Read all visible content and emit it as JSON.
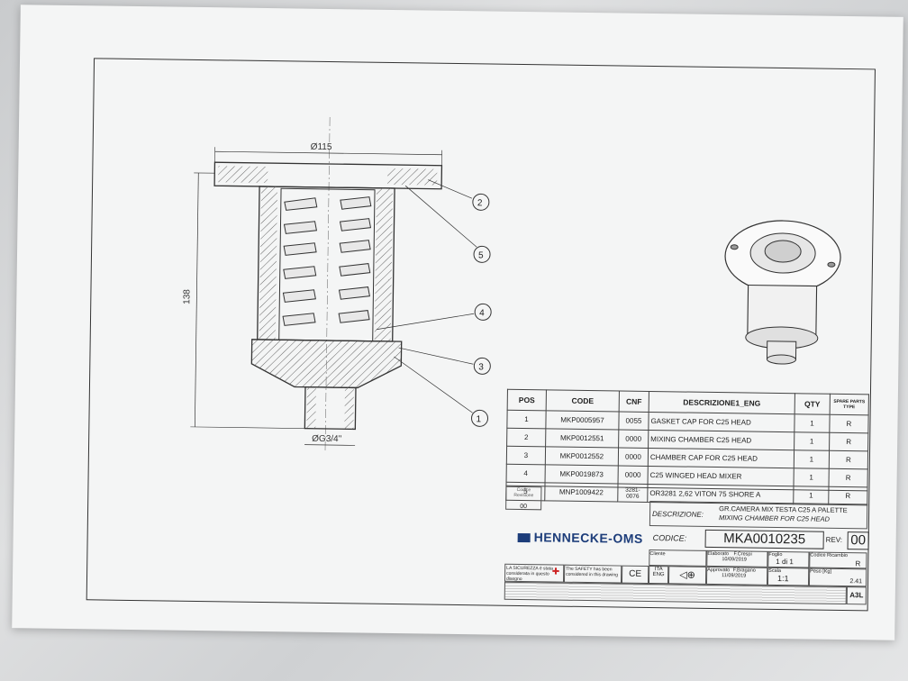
{
  "drawing": {
    "dim_diameter_top": "Ø115",
    "dim_height": "138",
    "dim_thread": "ØG3/4\"",
    "balloons": [
      "2",
      "5",
      "4",
      "3",
      "1"
    ]
  },
  "bom": {
    "headers": {
      "pos": "POS",
      "code": "CODE",
      "cnf": "CNF",
      "desc": "DESCRIZIONE1_ENG",
      "qty": "QTY",
      "spare": "SPARE PARTS TYPE"
    },
    "rows": [
      {
        "pos": "1",
        "code": "MKP0005957",
        "cnf": "0055",
        "desc": "GASKET CAP FOR C25 HEAD",
        "qty": "1",
        "spare": "R"
      },
      {
        "pos": "2",
        "code": "MKP0012551",
        "cnf": "0000",
        "desc": "MIXING CHAMBER C25 HEAD",
        "qty": "1",
        "spare": "R"
      },
      {
        "pos": "3",
        "code": "MKP0012552",
        "cnf": "0000",
        "desc": "CHAMBER CAP FOR C25 HEAD",
        "qty": "1",
        "spare": "R"
      },
      {
        "pos": "4",
        "code": "MKP0019873",
        "cnf": "0000",
        "desc": "C25 WINGED HEAD MIXER",
        "qty": "1",
        "spare": "R"
      },
      {
        "pos": "5",
        "code": "MNP1009422",
        "cnf": "3281-0076",
        "desc": "OR3281 2,62 VITON 75 SHORE A",
        "qty": "1",
        "spare": "R"
      }
    ]
  },
  "title_block": {
    "rev_label": "Codice Revisione",
    "rev_value": "00",
    "descr_label": "DESCRIZIONE:",
    "descr_it": "GR.CAMERA MIX TESTA C25 A PALETTE",
    "descr_en": "MIXING CHAMBER FOR C25 HEAD",
    "company": "HENNECKE-OMS",
    "codice_label": "CODICE:",
    "codice_value": "MKA0010235",
    "rev_short": "REV:",
    "rev_short_value": "00",
    "cliente_label": "Cliente",
    "elaborato_label": "Elaborato",
    "elaborato_by": "F.Crespi",
    "elaborato_date": "10/09/2019",
    "foglio_label": "Foglio",
    "foglio_value": "1 di 1",
    "ricambio_label": "Codice Ricambio",
    "ricambio_value": "R",
    "approvato_label": "Approvato",
    "approvato_by": "F.Bragano",
    "approvato_date": "11/09/2019",
    "scala_label": "Scala",
    "scala_value": "1:1",
    "peso_label": "Peso [Kg]",
    "peso_value": "2.41",
    "lang1": "ITA",
    "lang2": "ENG",
    "sicurezza": "LA SICUREZZA è stata considerata in questo disegno",
    "safety": "The SAFETY has been considered in this drawing",
    "format": "A3L"
  }
}
